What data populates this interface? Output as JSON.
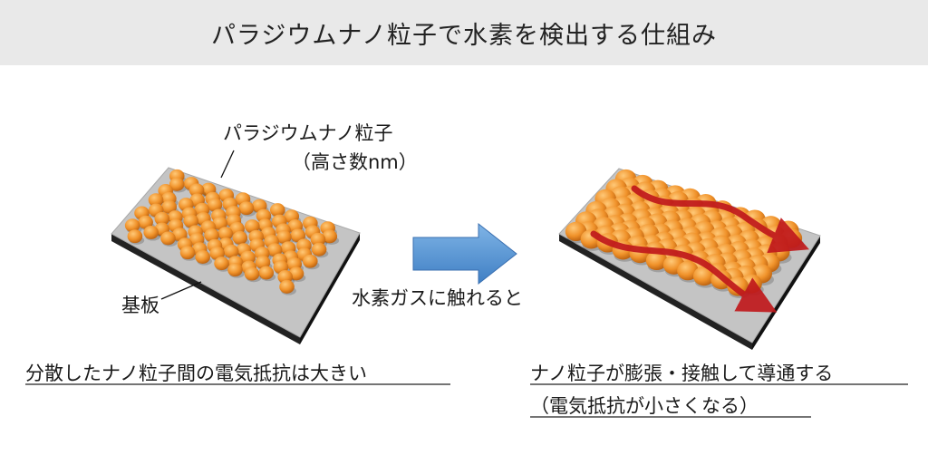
{
  "title": "パラジウムナノ粒子で水素を検出する仕組み",
  "labels": {
    "particle": "パラジウムナノ粒子",
    "height": "（高さ数nm）",
    "substrate": "基板",
    "action": "水素ガスに触れると",
    "left_caption": "分散したナノ粒子間の電気抵抗は大きい",
    "right_caption_1": "ナノ粒子が膨張・接触して導通する",
    "right_caption_2": "（電気抵抗が小さくなる）"
  },
  "colors": {
    "particle": "#f0922a",
    "plate_top": "#c4c4c4",
    "plate_side": "#222222",
    "transition_arrow": "#5b9bd5",
    "current_arrow": "#c0191c"
  },
  "icons": {
    "transition": "right-arrow-icon",
    "current": "current-flow-arrow-icon"
  }
}
